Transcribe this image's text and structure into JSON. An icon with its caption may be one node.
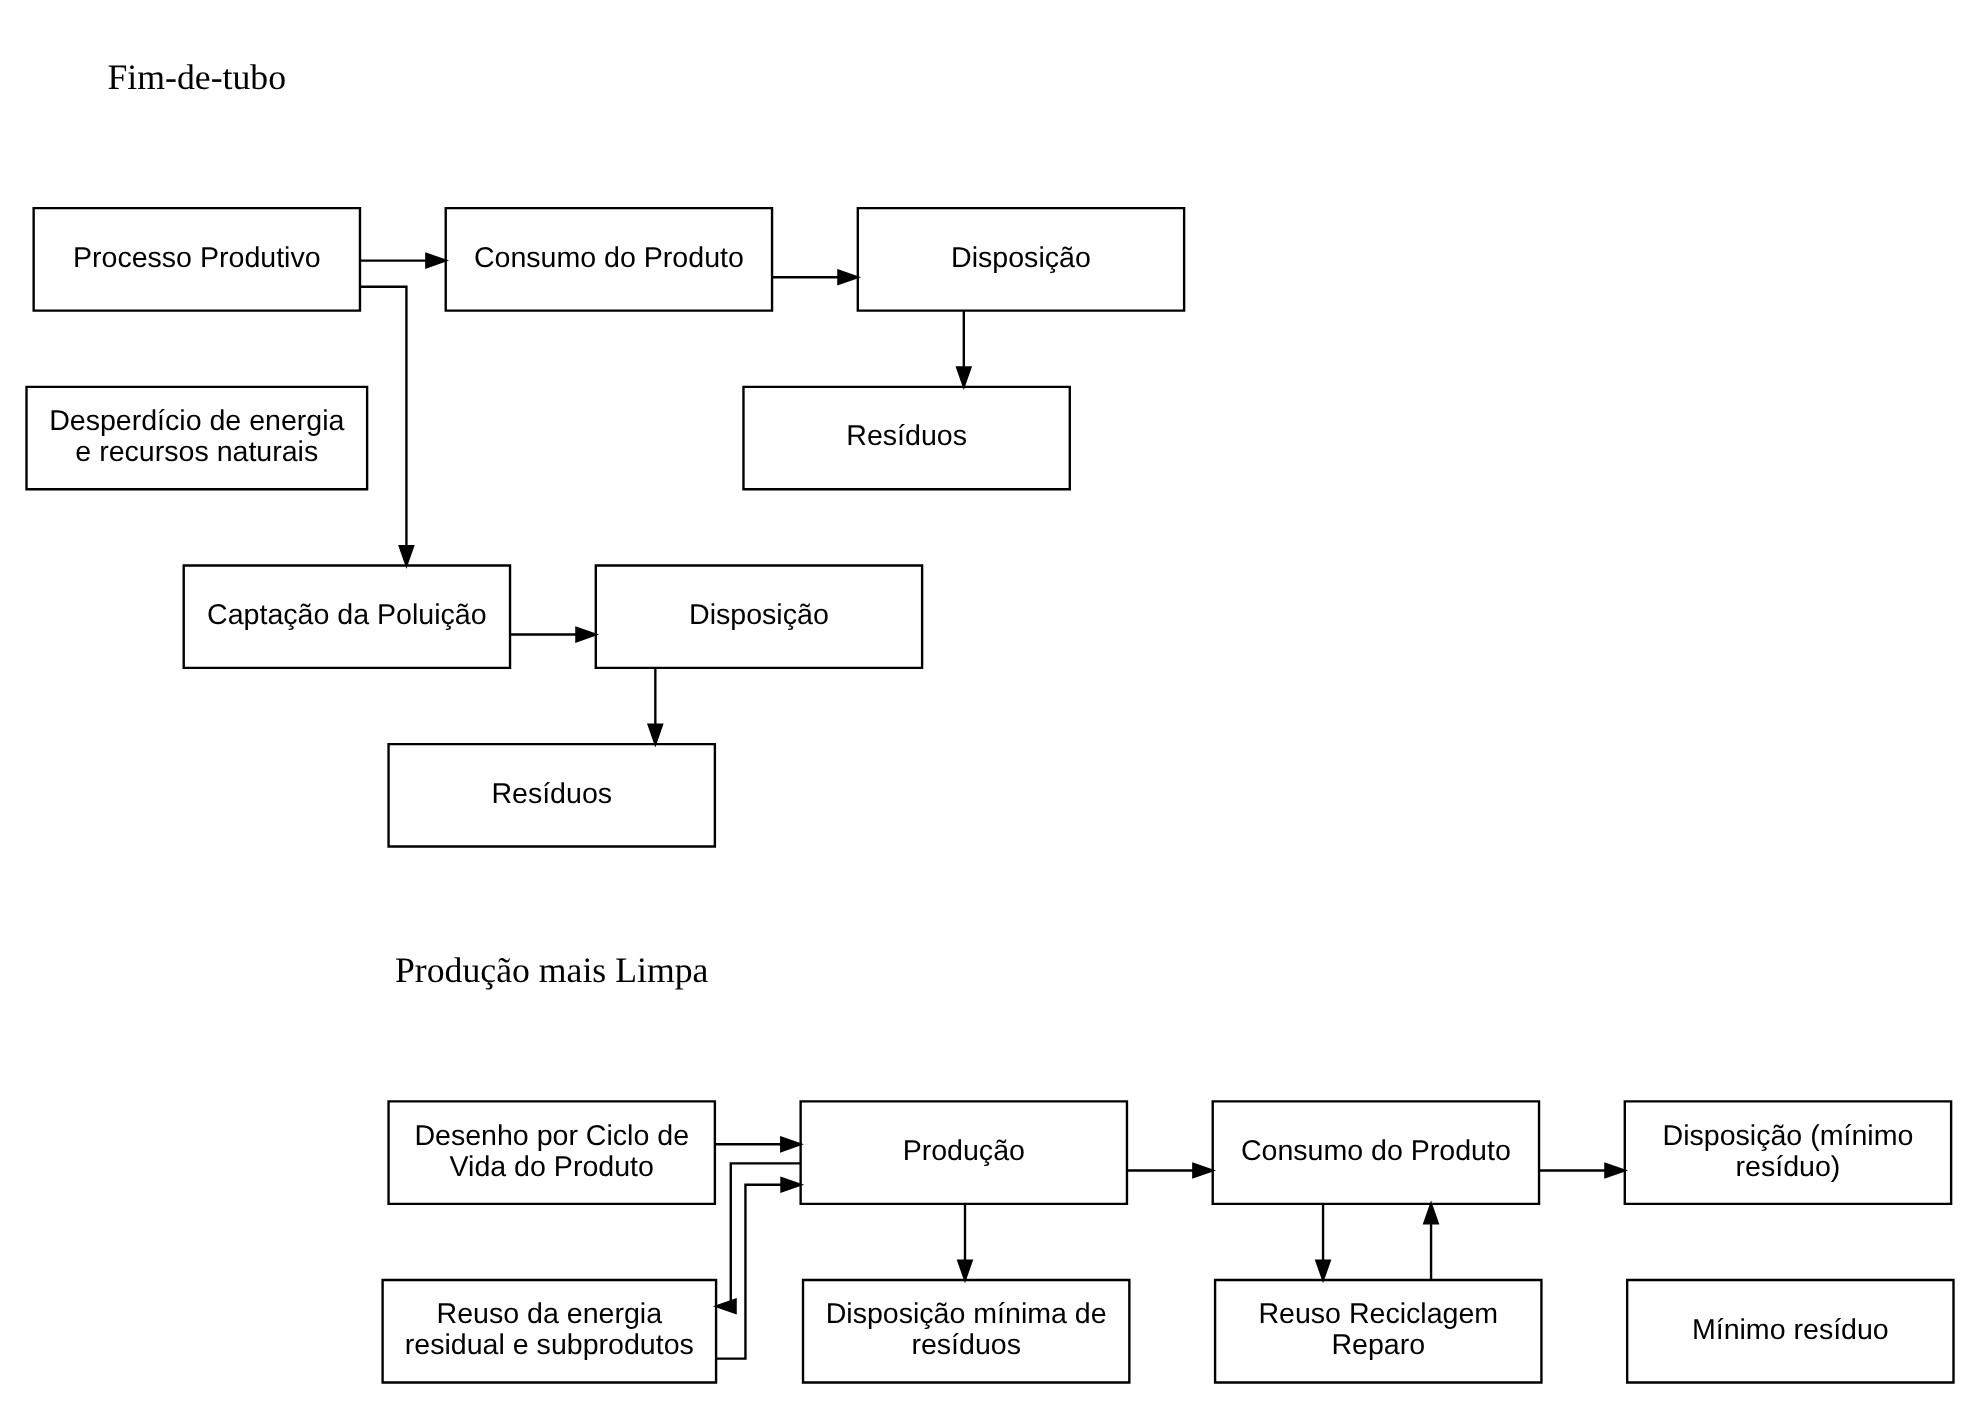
{
  "diagram": {
    "nodes": [
      {
        "text": [
          "Processo Produtivo"
        ]
      },
      {
        "text": [
          "Consumo do Produto"
        ]
      },
      {
        "text": [
          "Disposição"
        ]
      },
      {
        "text": [
          "Resíduos"
        ]
      },
      {
        "text": [
          "Desperdício de energia e recursos naturais"
        ]
      },
      {
        "text": [
          "Captação da Poluição"
        ]
      },
      {
        "text": [
          "Disposição"
        ]
      },
      {
        "text": [
          "Resíduos"
        ]
      },
      {
        "text": [
          "Desenho por Ciclo de Vida do Produto"
        ]
      },
      {
        "text": [
          "Produção"
        ]
      },
      {
        "text": [
          "Consumo do Produto"
        ]
      },
      {
        "text": [
          "Disposição (mínimo resíduo)"
        ]
      },
      {
        "text": [
          "Reuso da energia residual e subprodutos"
        ]
      },
      {
        "text": [
          "Disposição mínima de resíduos"
        ]
      },
      {
        "text": [
          "Reuso Reciclagem Reparo"
        ]
      },
      {
        "text": [
          "Mínimo resíduo"
        ]
      }
    ],
    "edges": [
      {
        "from": 0,
        "to": 1,
        "arrow": "to"
      },
      {
        "from": 1,
        "to": 2,
        "arrow": "to"
      },
      {
        "from": 2,
        "to": 3,
        "arrow": "to"
      },
      {
        "from": 0,
        "to": 5,
        "arrow": "to"
      },
      {
        "from": 5,
        "to": 6,
        "arrow": "to"
      },
      {
        "from": 6,
        "to": 7,
        "arrow": "to"
      },
      {
        "from": 8,
        "to": 9,
        "arrow": "to"
      },
      {
        "from": 9,
        "to": 10,
        "arrow": "to"
      },
      {
        "from": 10,
        "to": 11,
        "arrow": "to"
      },
      {
        "from": 12,
        "to": 9,
        "arrow": "to"
      },
      {
        "from": 9,
        "to": 12,
        "arrow": "to"
      },
      {
        "from": 9,
        "to": 13,
        "arrow": "to"
      },
      {
        "from": 10,
        "to": 14,
        "arrow": "to"
      },
      {
        "from": 14,
        "to": 10,
        "arrow": "to"
      }
    ],
    "labels": [
      "Fim-de-tubo",
      "Produção mais Limpa"
    ]
  }
}
